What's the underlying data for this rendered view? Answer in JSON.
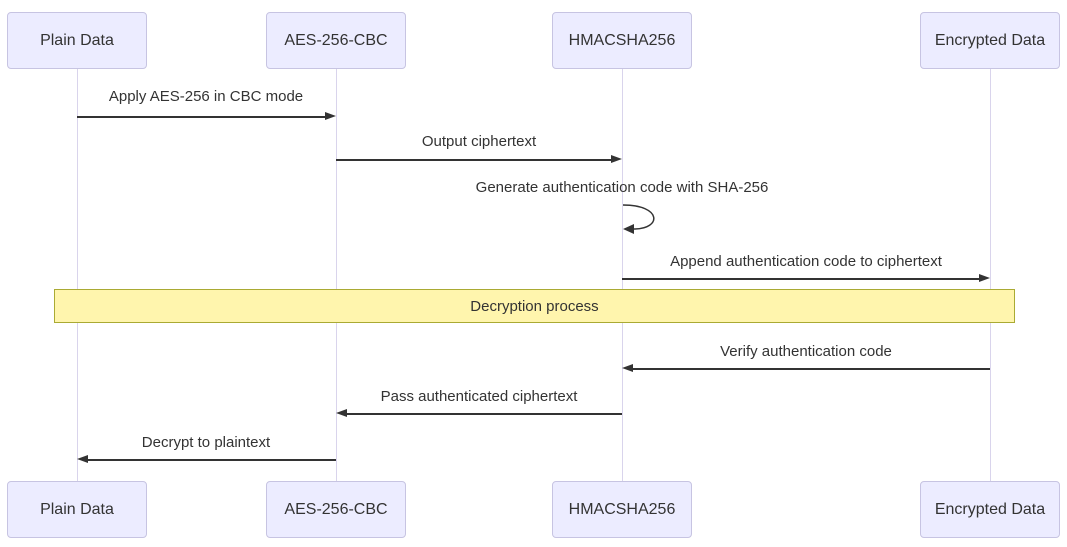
{
  "diagram": {
    "type": "sequence-diagram",
    "actors": [
      {
        "name": "Plain Data"
      },
      {
        "name": "AES-256-CBC"
      },
      {
        "name": "HMACSHA256"
      },
      {
        "name": "Encrypted Data"
      }
    ],
    "messages": [
      {
        "from": "Plain Data",
        "to": "AES-256-CBC",
        "direction": "right",
        "label": "Apply AES-256 in CBC mode"
      },
      {
        "from": "AES-256-CBC",
        "to": "HMACSHA256",
        "direction": "right",
        "label": "Output ciphertext"
      },
      {
        "from": "HMACSHA256",
        "to": "HMACSHA256",
        "direction": "self",
        "label": "Generate authentication code with SHA-256"
      },
      {
        "from": "HMACSHA256",
        "to": "Encrypted Data",
        "direction": "right",
        "label": "Append authentication code to ciphertext"
      },
      {
        "from": "Encrypted Data",
        "to": "HMACSHA256",
        "direction": "left",
        "label": "Verify authentication code"
      },
      {
        "from": "HMACSHA256",
        "to": "AES-256-CBC",
        "direction": "left",
        "label": "Pass authenticated ciphertext"
      },
      {
        "from": "AES-256-CBC",
        "to": "Plain Data",
        "direction": "left",
        "label": "Decrypt to plaintext"
      }
    ],
    "note": {
      "over": "all-participants",
      "label": "Decryption process"
    },
    "colors": {
      "actor_fill": "#ECECFF",
      "actor_border": "#C7C4E2",
      "lifeline": "#D9D4EC",
      "note_fill": "#FFF5AD",
      "note_border": "#AAAA33",
      "arrow": "#333333",
      "text": "#333333",
      "background": "#FFFFFF"
    }
  }
}
